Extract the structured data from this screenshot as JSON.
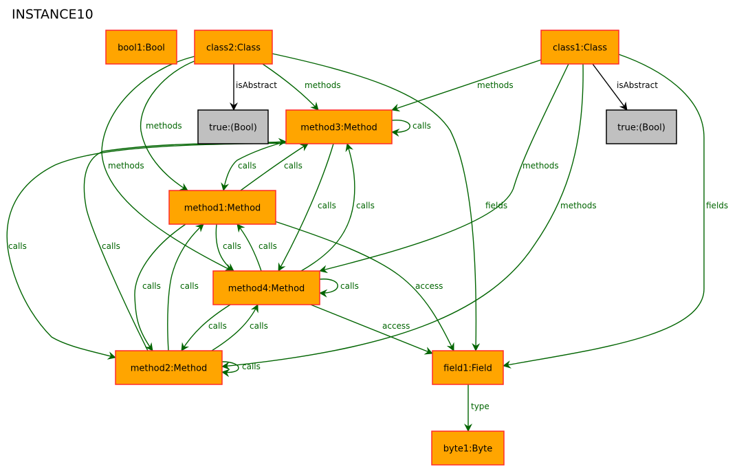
{
  "title": "INSTANCE10",
  "colors": {
    "object_fill": "#FFA500",
    "object_border": "#FF2A2A",
    "value_fill": "#C0C0C0",
    "value_border": "#000000",
    "link_edge": "#006400",
    "attr_edge": "#000000"
  },
  "nodes": [
    {
      "id": "bool1",
      "label": "bool1:Bool",
      "kind": "object"
    },
    {
      "id": "class2",
      "label": "class2:Class",
      "kind": "object"
    },
    {
      "id": "class1",
      "label": "class1:Class",
      "kind": "object"
    },
    {
      "id": "true2",
      "label": "true:(Bool)",
      "kind": "value"
    },
    {
      "id": "true1",
      "label": "true:(Bool)",
      "kind": "value"
    },
    {
      "id": "method3",
      "label": "method3:Method",
      "kind": "object"
    },
    {
      "id": "method1",
      "label": "method1:Method",
      "kind": "object"
    },
    {
      "id": "method4",
      "label": "method4:Method",
      "kind": "object"
    },
    {
      "id": "method2",
      "label": "method2:Method",
      "kind": "object"
    },
    {
      "id": "field1",
      "label": "field1:Field",
      "kind": "object"
    },
    {
      "id": "byte1",
      "label": "byte1:Byte",
      "kind": "object"
    }
  ],
  "edges": [
    {
      "id": "e1",
      "from": "class2",
      "to": "true2",
      "label": "isAbstract",
      "kind": "attr"
    },
    {
      "id": "e2",
      "from": "class2",
      "to": "method3",
      "label": "methods",
      "kind": "link"
    },
    {
      "id": "e3",
      "from": "class2",
      "to": "method1",
      "label": "methods",
      "kind": "link"
    },
    {
      "id": "e4",
      "from": "class2",
      "to": "method4",
      "label": "methods",
      "kind": "link"
    },
    {
      "id": "e5",
      "from": "class2",
      "to": "field1",
      "label": "fields",
      "kind": "link"
    },
    {
      "id": "e6",
      "from": "class1",
      "to": "true1",
      "label": "isAbstract",
      "kind": "attr"
    },
    {
      "id": "e7",
      "from": "class1",
      "to": "method3",
      "label": "methods",
      "kind": "link"
    },
    {
      "id": "e8",
      "from": "class1",
      "to": "method4",
      "label": "methods",
      "kind": "link"
    },
    {
      "id": "e9",
      "from": "class1",
      "to": "method2",
      "label": "methods",
      "kind": "link"
    },
    {
      "id": "e10",
      "from": "class1",
      "to": "field1",
      "label": "fields",
      "kind": "link"
    },
    {
      "id": "e11",
      "from": "method3",
      "to": "method3",
      "label": "calls",
      "kind": "link"
    },
    {
      "id": "e12",
      "from": "method3",
      "to": "method1",
      "label": "calls",
      "kind": "link"
    },
    {
      "id": "e13",
      "from": "method1",
      "to": "method3",
      "label": "calls",
      "kind": "link"
    },
    {
      "id": "e14",
      "from": "method3",
      "to": "method4",
      "label": "calls",
      "kind": "link"
    },
    {
      "id": "e15",
      "from": "method4",
      "to": "method3",
      "label": "calls",
      "kind": "link"
    },
    {
      "id": "e16",
      "from": "method3",
      "to": "method2",
      "label": "calls",
      "kind": "link"
    },
    {
      "id": "e17",
      "from": "method2",
      "to": "method3",
      "label": "calls",
      "kind": "link"
    },
    {
      "id": "e18",
      "from": "method1",
      "to": "method4",
      "label": "calls",
      "kind": "link"
    },
    {
      "id": "e19",
      "from": "method4",
      "to": "method1",
      "label": "calls",
      "kind": "link"
    },
    {
      "id": "e20",
      "from": "method1",
      "to": "method2",
      "label": "calls",
      "kind": "link"
    },
    {
      "id": "e21",
      "from": "method2",
      "to": "method1",
      "label": "calls",
      "kind": "link"
    },
    {
      "id": "e22",
      "from": "method1",
      "to": "field1",
      "label": "access",
      "kind": "link"
    },
    {
      "id": "e23",
      "from": "method4",
      "to": "method4",
      "label": "calls",
      "kind": "link"
    },
    {
      "id": "e24",
      "from": "method4",
      "to": "method2",
      "label": "calls",
      "kind": "link"
    },
    {
      "id": "e25",
      "from": "method2",
      "to": "method4",
      "label": "calls",
      "kind": "link"
    },
    {
      "id": "e26",
      "from": "method4",
      "to": "field1",
      "label": "access",
      "kind": "link"
    },
    {
      "id": "e27",
      "from": "method2",
      "to": "method2",
      "label": "calls",
      "kind": "link"
    },
    {
      "id": "e28",
      "from": "field1",
      "to": "byte1",
      "label": "type",
      "kind": "link"
    }
  ]
}
